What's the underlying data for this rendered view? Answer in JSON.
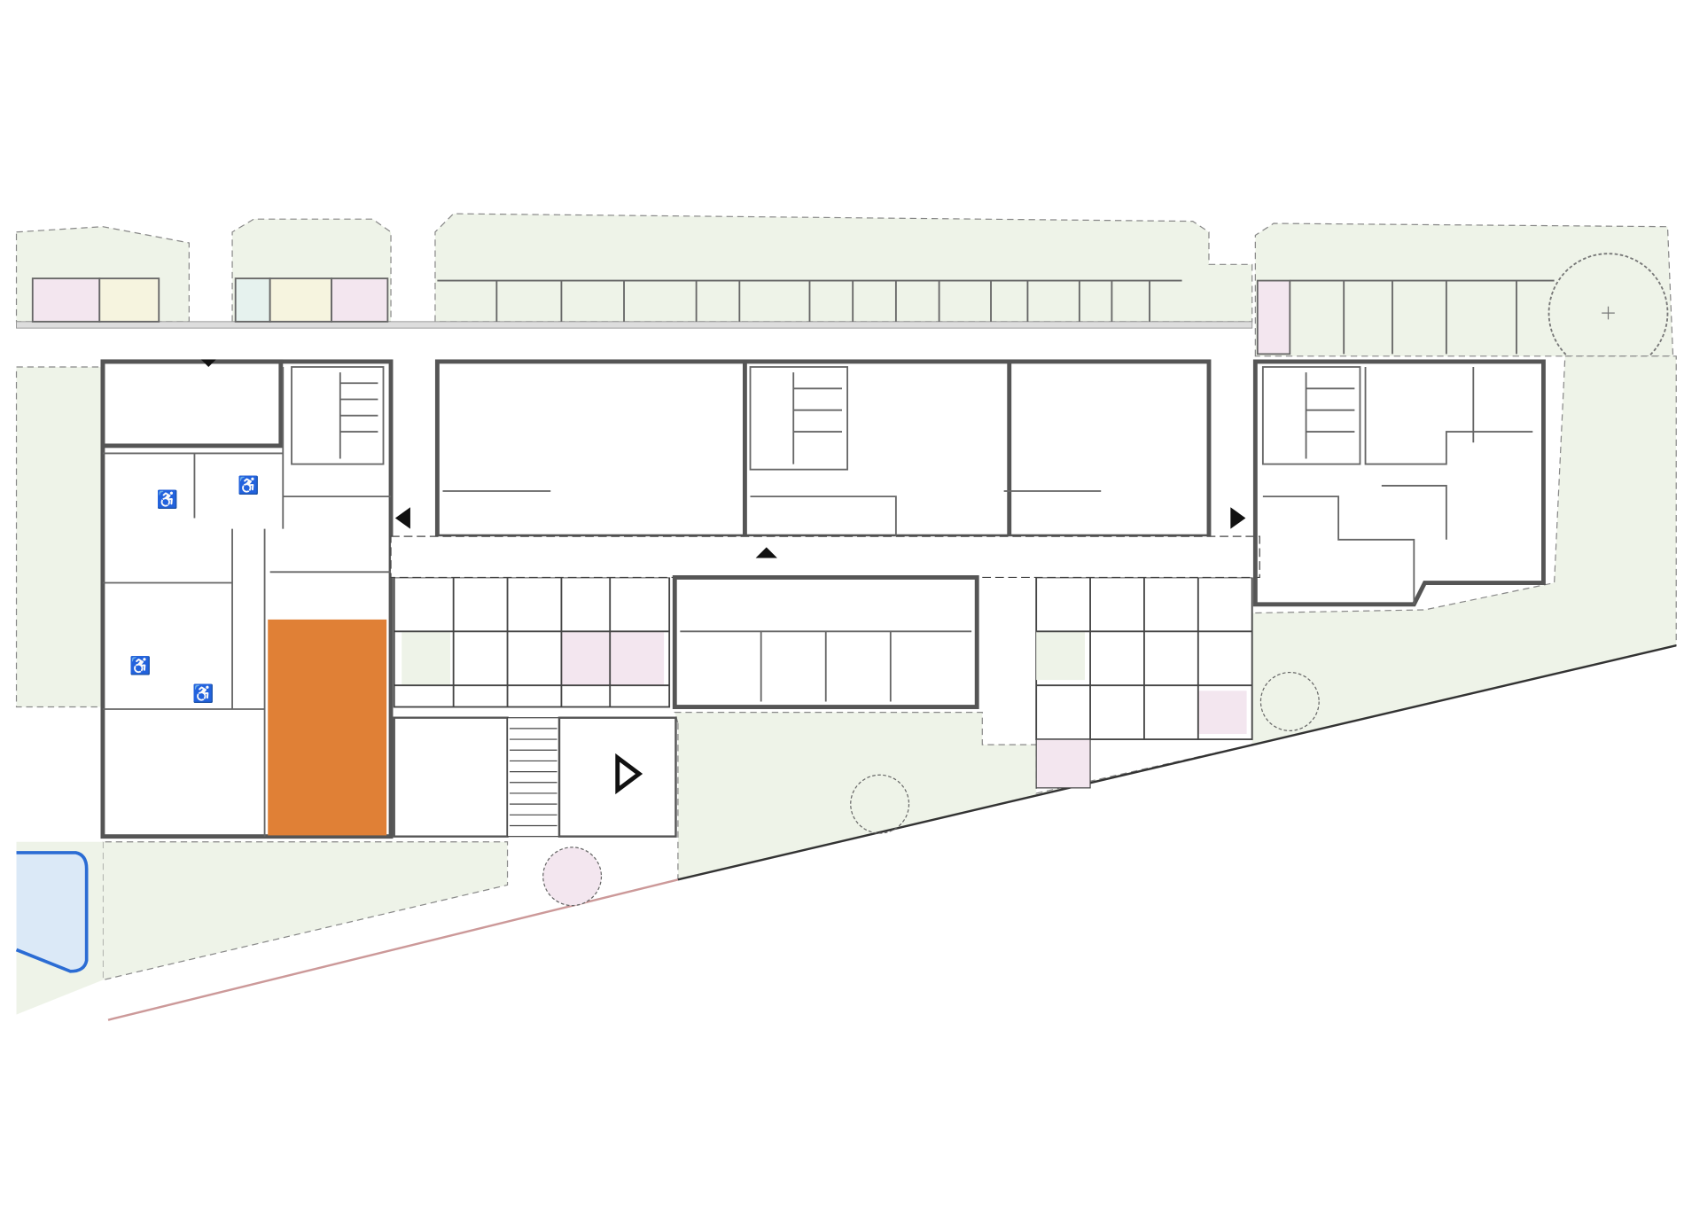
{
  "colors": {
    "highlight_room": "#e08036",
    "garden": "#eef3e8",
    "garden_pink": "#f3e6ef",
    "pool": "#dbe9f7",
    "pool_edge": "#2b6cd4",
    "wall": "#555555"
  },
  "symbols": [
    "entrance-arrow",
    "accessible-bathroom-icon",
    "tree",
    "stair"
  ]
}
